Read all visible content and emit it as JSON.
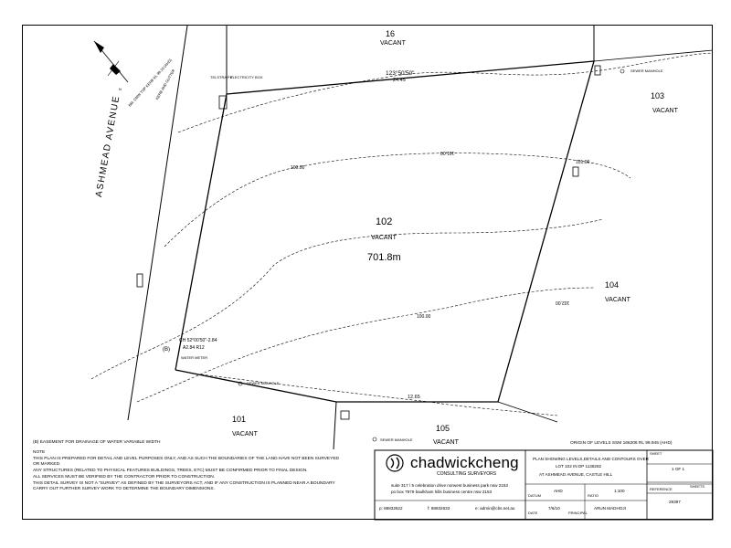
{
  "plan": {
    "lots": {
      "lot_16": "16",
      "lot_16_status": "VACANT",
      "lot_103": "103",
      "lot_103_status": "VACANT",
      "lot_102": "102",
      "lot_102_status": "VACANT",
      "lot_102_area": "701.8m",
      "lot_104": "104",
      "lot_104_status": "VACANT",
      "lot_101": "101",
      "lot_101_status": "VACANT",
      "lot_105": "105",
      "lot_105_status": "VACANT"
    },
    "street": "ASHMEAD AVENUE",
    "bearings": {
      "top": "123°50'50\"",
      "top_dist": "24.45",
      "corner_ch": "CH 52°00'50\"-2.84",
      "corner_arc": "A2.84 R12",
      "bottom_dist": "12.65"
    },
    "contours": {
      "c1": "100.00",
      "c2": "101.00",
      "c3": "101.00",
      "c4": "102.00",
      "c5": "100.00"
    },
    "features": {
      "electricity_box": "ELECTRICITY BOX",
      "telstra": "TELSTRA PIT",
      "sewer_manhole": "SEWER MANHOLE",
      "water_meter": "WATER METER",
      "kerb": "KERB AND GUTTER",
      "easement_mark": "(B)",
      "bm": "BM. CMW TOP KERB RL 99.10 (AHD)"
    },
    "north": "N"
  },
  "notes": {
    "easement": "(B) EASEMENT FOR DRAINAGE OF WATER VARIABLE WIDTH",
    "title": "NOTE",
    "n1": "THIS PLAN IS PREPARED FOR DETAIL AND LEVEL PURPOSES ONLY, AND AS SUCH THE BOUNDARIES OF THE LAND HAVE NOT BEEN SURVEYED OR MARKED.",
    "n2": "ANY STRUCTURES (RELATED TO PHYSICAL FEATURES BUILDINGS, TREES, ETC) MUST BE CONFIRMED PRIOR TO FINAL DESIGN.",
    "n3": "ALL SERVICES MUST BE VERIFIED BY THE CONTRACTOR PRIOR TO CONSTRUCTION.",
    "n4": "THIS DETAIL SURVEY IS NOT A \"SURVEY\" AS DEFINED BY THE SURVEYORS ACT, AND IF ANY CONSTRUCTION IS PLANNED NEAR A BOUNDARY CARRY OUT FURTHER SURVEY WORK TO DETERMINE THE BOUNDARY DIMENSIONS."
  },
  "origin": "ORIGIN OF LEVELS SSM 166206 RL 99.945 (AHD)",
  "titleblock": {
    "company": "chadwickcheng",
    "sub": "CONSULTING SURVEYORS",
    "address1": "suite 317 / 5 celebration drive norwest business park nsw 2153",
    "address2": "po box 7979 baulkham hills business centre nsw 2153",
    "phone": "p: 88832622",
    "fax": "f: 88832633",
    "email": "e: admin@cbs.net.au",
    "plan_title": "PLAN SHOWING LEVELS,DETAILS AND CONTOURS OVER",
    "plan_lot": "LOT 102 IN DP 1138282",
    "plan_address": "AT ASHMEAD AVENUE, CASTLE HILL",
    "datum_label": "DATUM",
    "datum_value": "AHD",
    "ratio_label": "RATIO",
    "ratio_value": "1:100",
    "date_label": "DATE",
    "date_value": "7/6/10",
    "principal_label": "PRINCIPAL",
    "principal_value": "ARUN MADHOJI",
    "sheet_label": "SHEET",
    "sheet_value": "1 OF 1",
    "sheets_label": "SHEETS",
    "reference_label": "REFERENCE",
    "reference_value": "29397"
  }
}
